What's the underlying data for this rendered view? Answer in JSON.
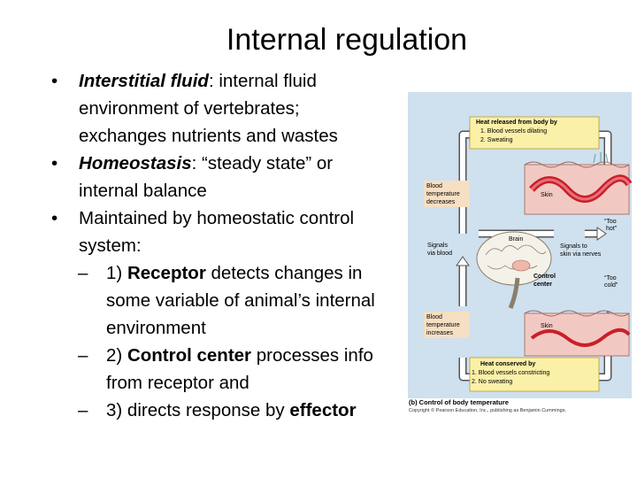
{
  "slide": {
    "title": "Internal regulation",
    "bullets": {
      "b1_term": "Interstitial fluid",
      "b1_l1": ": internal fluid",
      "b1_l2": "environment of vertebrates;",
      "b1_l3": "exchanges nutrients and wastes",
      "b2_term": "Homeostasis",
      "b2_l1": ": “steady state” or",
      "b2_l2": "internal balance",
      "b3_l1": "Maintained by homeostatic control",
      "b3_l2": "system:",
      "s1_pre": "1) ",
      "s1_term": "Receptor",
      "s1_l1": " detects changes in",
      "s1_l2": "some variable of animal’s internal",
      "s1_l3": "environment",
      "s2_pre": "2) ",
      "s2_term": "Control center",
      "s2_l1": " processes info",
      "s2_l2": "from receptor and",
      "s3_pre": "3) directs response by ",
      "s3_term": "effector"
    },
    "bullet_mark": "•",
    "dash_mark": "–"
  },
  "figure": {
    "heat_released_title": "Heat released from body by",
    "heat_released_1": "1. Blood vessels dilating",
    "heat_released_2": "2. Sweating",
    "blood_temp_decreases_1": "Blood",
    "blood_temp_decreases_2": "temperature",
    "blood_temp_decreases_3": "decreases",
    "skin_top": "Skin",
    "too_hot_1": "“Too",
    "too_hot_2": "hot”",
    "signals_blood_1": "Signals",
    "signals_blood_2": "via blood",
    "brain": "Brain",
    "signals_skin_1": "Signals to",
    "signals_skin_2": "skin via nerves",
    "control_center_1": "Control",
    "control_center_2": "center",
    "too_cold_1": "“Too",
    "too_cold_2": "cold”",
    "blood_temp_increases_1": "Blood",
    "blood_temp_increases_2": "temperature",
    "blood_temp_increases_3": "increases",
    "skin_bottom": "Skin",
    "heat_conserved_title": "Heat conserved by",
    "heat_conserved_1": "1. Blood vessels constricting",
    "heat_conserved_2": "2. No sweating",
    "caption": "(b) Control of body temperature",
    "copyright": "Copyright © Pearson Education, Inc., publishing as Benjamin Cummings.",
    "colors": {
      "panel": "#cfe0ee",
      "label_box": "#f6dfc2",
      "yellow_box": "#fbf0a8",
      "skin_pink": "#f2c9c2",
      "vessel_red": "#c8202a",
      "arrow_fill": "#ffffff"
    }
  }
}
